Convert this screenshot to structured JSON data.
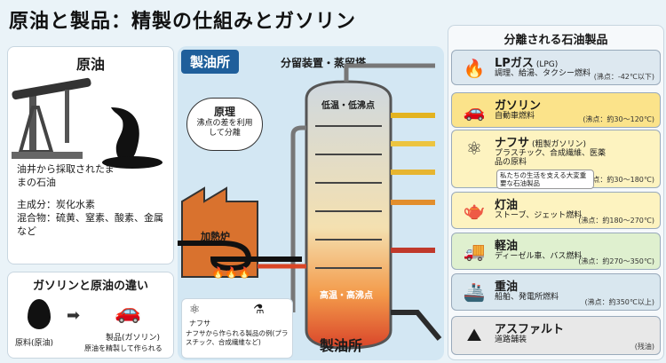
{
  "title": "原油と製品：精製の仕組みとガソリン",
  "crude": {
    "heading": "原油",
    "desc": "油井から採取されたままの石油",
    "composition": [
      {
        "label": "主成分：",
        "value": "炭化水素"
      },
      {
        "label": "混合物：",
        "value": "硫黄、窒素、酸素、金属など"
      }
    ]
  },
  "difference": {
    "heading": "ガソリンと原油の違い",
    "crude_label": "原料(原油)",
    "product_label": "製品(ガソリン)",
    "product_desc": "原油を精製して作られる"
  },
  "refinery": {
    "tag": "製油所",
    "tower_label": "分留装置・蒸留塔",
    "principle_title": "原理",
    "principle_text": "沸点の差を利用して分離",
    "low_label": "低温・低沸点",
    "high_label": "高温・高沸点",
    "furnace_label": "加熱炉",
    "bottom_label": "製油所",
    "naphtha_example_title": "ナフサ",
    "naphtha_example_text": "ナフサから作られる製品の例(プラスチック、合成繊維など)"
  },
  "products_heading": "分離される石油製品",
  "products": [
    {
      "name": "LPガス",
      "sub": "(LPG)",
      "desc": "調理、給湯、タクシー燃料",
      "bp": "(沸点：-42℃以下)",
      "color": "#dde8f0",
      "icon": "gas-tank-icon",
      "glyph": "🔥"
    },
    {
      "name": "ガソリン",
      "sub": "",
      "desc": "自動車燃料",
      "bp": "(沸点：約30～120℃)",
      "color": "#fbe38a",
      "icon": "car-icon",
      "glyph": "🚗"
    },
    {
      "name": "ナフサ",
      "sub": "(粗製ガソリン)",
      "desc": "プラスチック、合成繊維、医薬品の原料",
      "bp": "(沸点：約30～180℃)",
      "note": "私たちの生活を支える大変重要な石油製品",
      "color": "#fdf3c0",
      "icon": "molecule-icon",
      "glyph": "⚛"
    },
    {
      "name": "灯油",
      "sub": "",
      "desc": "ストーブ、ジェット燃料",
      "bp": "(沸点：約180～270℃)",
      "color": "#fdf3c0",
      "icon": "kettle-icon",
      "glyph": "🫖"
    },
    {
      "name": "軽油",
      "sub": "",
      "desc": "ディーゼル車、バス燃料",
      "bp": "(沸点：約270～350℃)",
      "color": "#dff0cf",
      "icon": "truck-icon",
      "glyph": "🚚"
    },
    {
      "name": "重油",
      "sub": "",
      "desc": "船舶、発電所燃料",
      "bp": "(沸点：約350℃以上)",
      "color": "#d9e7ef",
      "icon": "ship-icon",
      "glyph": "🚢"
    },
    {
      "name": "アスファルト",
      "sub": "",
      "desc": "道路舗装",
      "bp": "(残油)",
      "color": "#e8e8e8",
      "icon": "asphalt-icon",
      "glyph": "⛰"
    }
  ]
}
